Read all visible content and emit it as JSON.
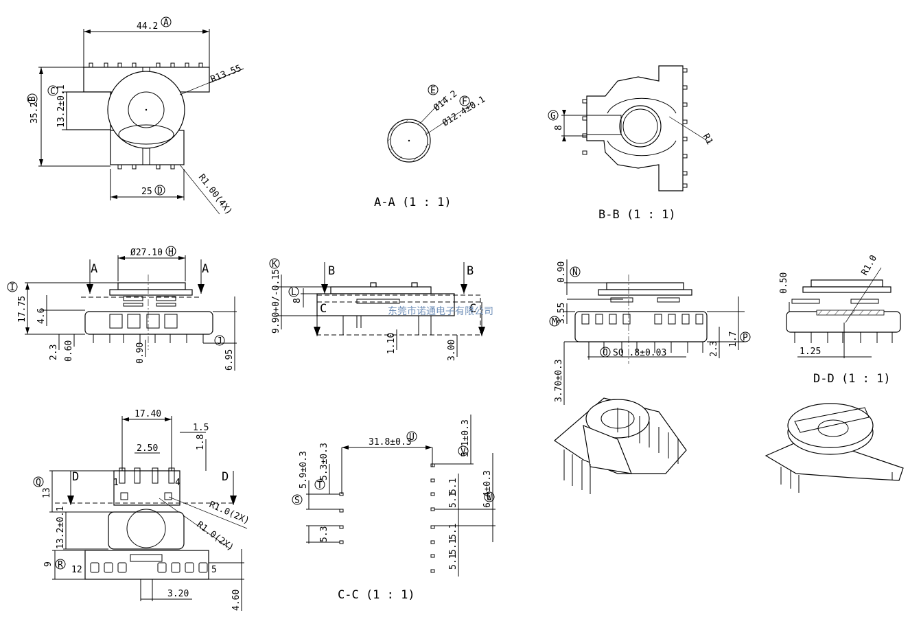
{
  "labels": {
    "dim_44_2": "44.2",
    "mark_a": "A",
    "r13_55": "R13.55",
    "dim_35_2": "35.2",
    "mark_b": "B",
    "mark_c": "C",
    "dim_13_2_top": "13.2±0.1",
    "r1_00_4x": "R1.00(4X)",
    "dim_25": "25",
    "mark_d": "D",
    "mark_e": "E",
    "phi14_2": "Ø14.2",
    "mark_f": "F",
    "phi12_4": "Ø12.4±0.1",
    "title_aa": "A-A  (1 : 1)",
    "mark_g": "G",
    "dim_8_bb": "8",
    "r1": "R1",
    "title_bb": "B-B  (1 : 1)",
    "phi27_10": "Ø27.10",
    "mark_h": "H",
    "cut_a_left": "A",
    "cut_a_right": "A",
    "mark_i": "I",
    "dim_17_75": "17.75",
    "dim_4_6": "4.6",
    "dim_2_3_front": "2.3",
    "dim_0_60": "0.60",
    "dim_0_90_front": "0.90",
    "mark_j": "J",
    "dim_6_95": "6.95",
    "mark_k": "K",
    "dim_9_90": "9.90+0/-0.15",
    "mark_l": "L",
    "dim_8_side": "8",
    "cut_b_left": "B",
    "cut_b_right": "B",
    "cut_c_left": "C",
    "cut_c_right": "C",
    "dim_1_10": "1.10",
    "dim_3_00": "3.00",
    "mark_n": "N",
    "dim_0_90_right": "0.90",
    "mark_m": "M",
    "dim_3_55": "3.55",
    "mark_o": "O",
    "sq_pin": "SQ .8±0.03",
    "dim_2_3_right": "2.3",
    "dim_1_7": "1.7",
    "mark_p": "P",
    "dim_3_70": "3.70±0.3",
    "dim_0_50": "0.50",
    "r1_0_dd": "R1.0",
    "dim_1_25": "1.25",
    "title_dd": "D-D  (1 : 1)",
    "dim_17_40": "17.40",
    "dim_1_5": "1.5",
    "dim_2_50": "2.50",
    "dim_1_8": "1.8",
    "cut_d_left": "D",
    "cut_d_right": "D",
    "mark_q": "Q",
    "dim_13": "13",
    "pin_1": "1",
    "pin_4": "4",
    "r1_0_2x_a": "R1.0(2X)",
    "r1_0_2x_b": "R1.0(2X)",
    "dim_13_2_bottom": "13.2±0.1",
    "dim_9": "9",
    "mark_r": "R",
    "pin_12": "12",
    "pin_5": "5",
    "dim_3_20": "3.20",
    "dim_4_60": "4.60",
    "dim_31_8": "31.8±0.3",
    "mark_u": "U",
    "dim_5_1": "5.1±0.3",
    "mark_v": "V",
    "dim_5_9": "5.9±0.3",
    "mark_s": "S",
    "dim_5_3_top": "5.3±0.3",
    "mark_t": "T",
    "dim_6_4": "6.4±0.3",
    "mark_w": "W",
    "dim_5_3": "5.3",
    "pitch_a": "5.1",
    "pitch_b": "5.1",
    "pitch_c": "5.1",
    "pitch_d": "5.1",
    "pitch_e": "5.1",
    "title_cc": "C-C  (1 : 1)",
    "watermark": "东莞市诺通电子有限公司"
  }
}
